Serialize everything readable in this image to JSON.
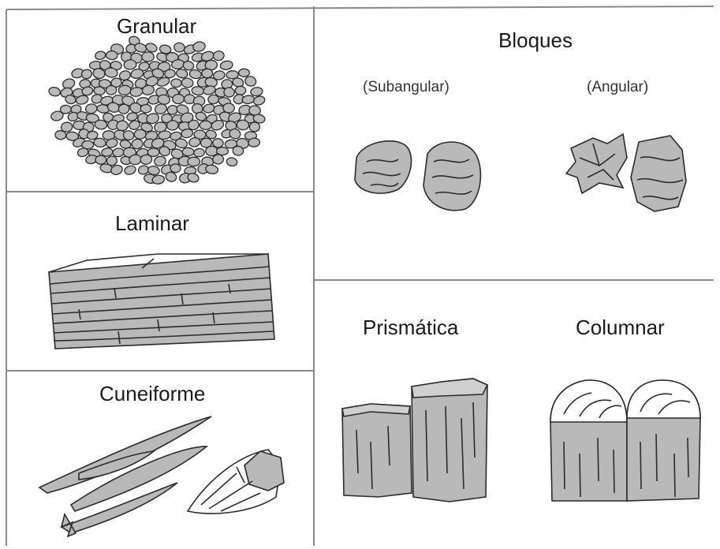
{
  "panels": {
    "granular": {
      "title": "Granular"
    },
    "laminar": {
      "title": "Laminar"
    },
    "cuneiforme": {
      "title": "Cuneiforme"
    },
    "bloques": {
      "title": "Bloques",
      "subangular": "(Subangular)",
      "angular": "(Angular)"
    },
    "prismatica": {
      "title": "Prismática"
    },
    "columnar": {
      "title": "Columnar"
    }
  },
  "colors": {
    "fill": "#b9b9b9",
    "stroke": "#2b2b2b",
    "grid": "#8a8a8a",
    "cap": "#ffffff"
  }
}
